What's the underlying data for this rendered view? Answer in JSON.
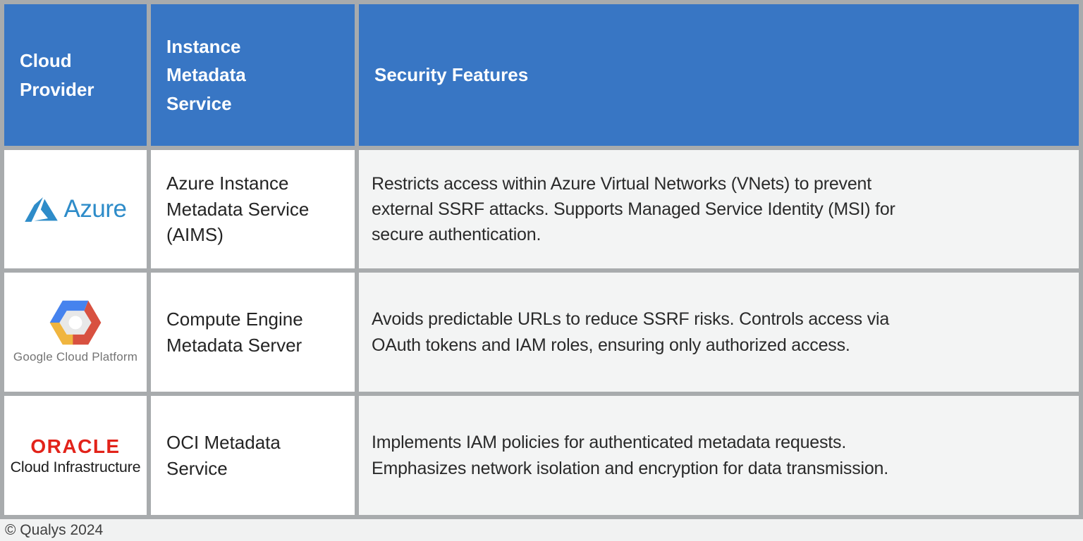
{
  "colors": {
    "header-bg": "#3876C4",
    "border-gray": "#A8ABAD",
    "cell-alt-bg": "#F3F4F4",
    "azure-blue": "#2E8CC9",
    "oracle-red": "#E2231A",
    "gcp-blue": "#4683EE",
    "gcp-red": "#D85140",
    "gcp-yellow": "#F0B53F",
    "footer-bg": "#F1F2F2"
  },
  "table": {
    "headers": [
      {
        "lines": [
          "Cloud",
          "Provider"
        ]
      },
      {
        "lines": [
          "Instance",
          "Metadata",
          "Service"
        ]
      },
      {
        "lines": [
          "Security Features"
        ]
      }
    ],
    "rows": [
      {
        "provider": "Azure",
        "logo_text": "Azure",
        "service": "Azure Instance Metadata Service (AIMS)",
        "security_lines": [
          "Restricts access within Azure Virtual Networks (VNets) to prevent",
          "external SSRF attacks. Supports Managed Service Identity (MSI) for",
          "secure authentication."
        ]
      },
      {
        "provider": "Google Cloud Platform",
        "logo_text": "Google Cloud Platform",
        "service": "Compute Engine Metadata Server",
        "security_lines": [
          "Avoids predictable URLs to reduce SSRF risks. Controls access via",
          "OAuth tokens and IAM roles, ensuring only authorized access."
        ]
      },
      {
        "provider": "Oracle Cloud Infrastructure",
        "logo_lines": [
          "ORACLE",
          "Cloud Infrastructure"
        ],
        "service": "OCI Metadata Service",
        "security_lines": [
          "Implements IAM policies for authenticated metadata requests.",
          "Emphasizes network isolation and encryption for data transmission."
        ]
      }
    ]
  },
  "footer": {
    "copyright": "© Qualys 2024"
  }
}
